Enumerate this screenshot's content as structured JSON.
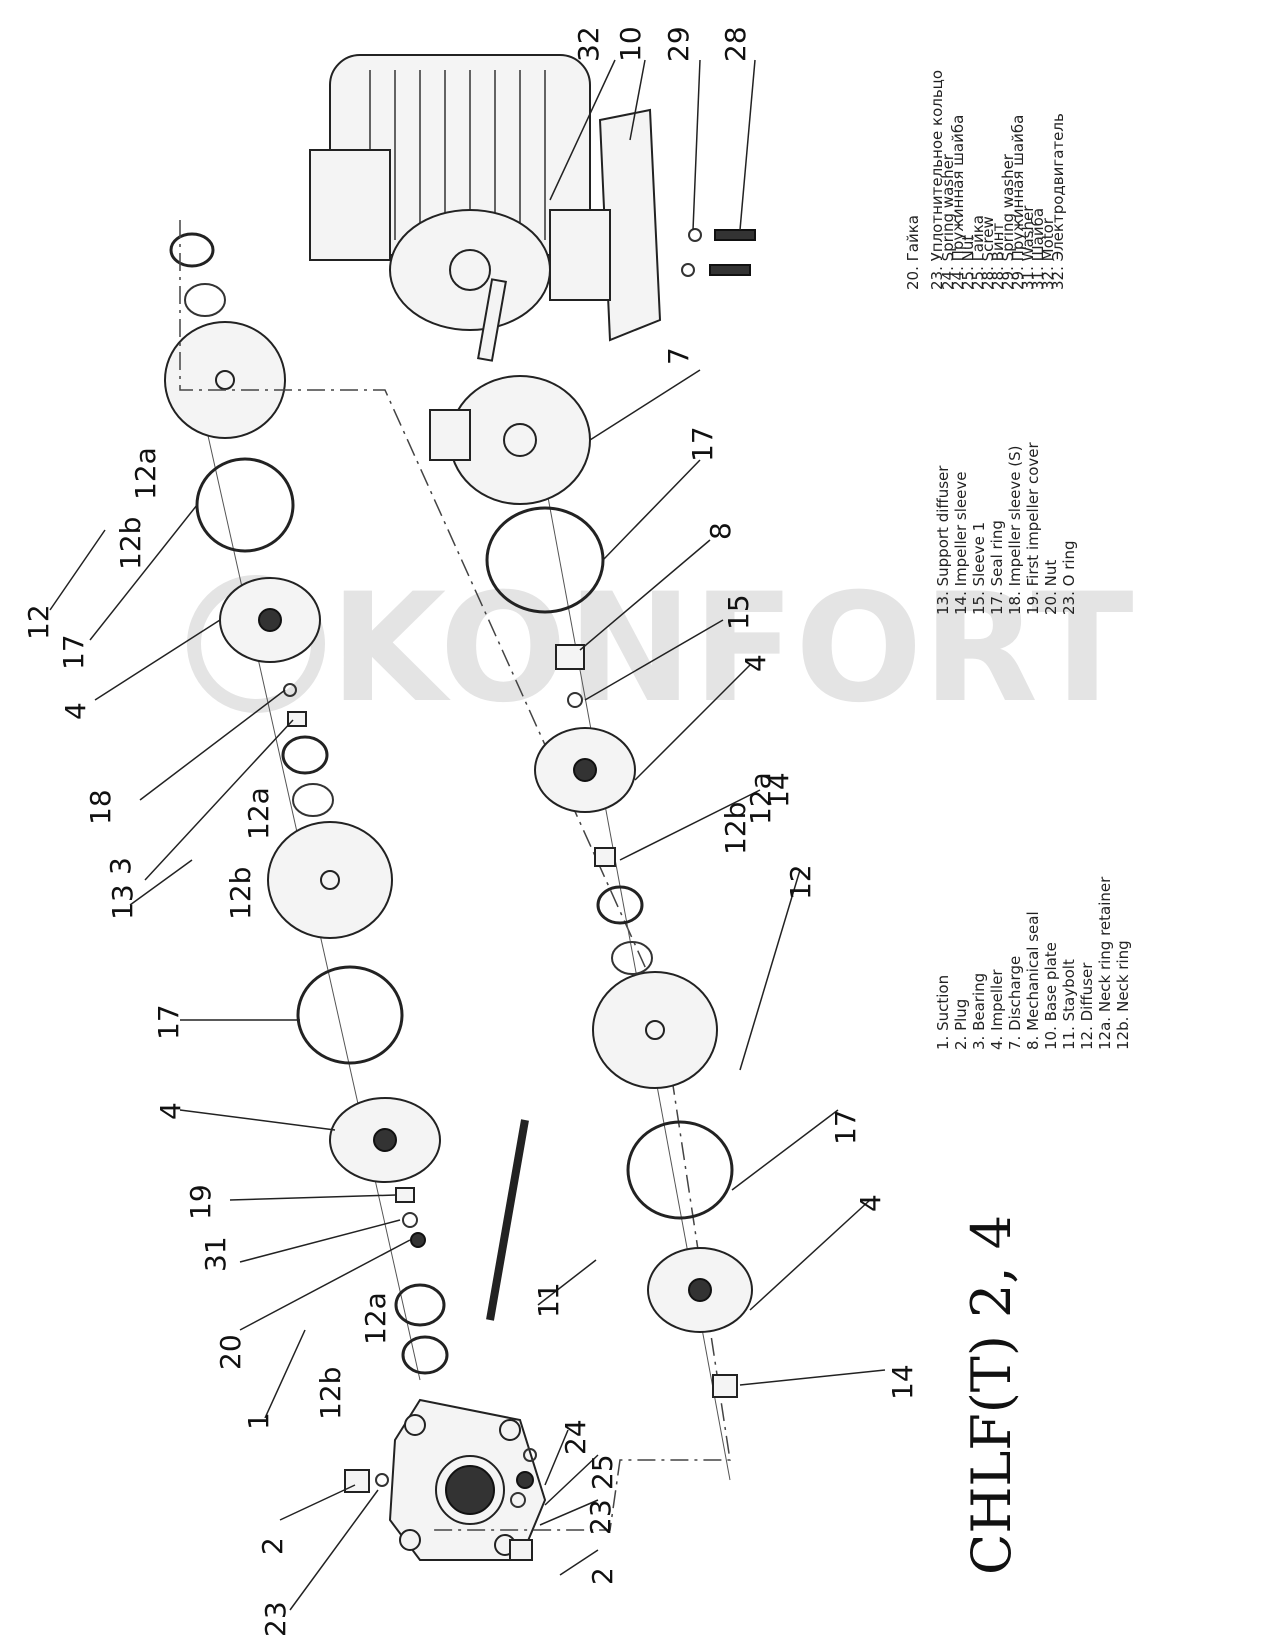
{
  "title": "CHLF(T) 2, 4",
  "watermark": "KONFORT",
  "callouts": {
    "c2a": "2",
    "c23a": "23",
    "c1": "1",
    "c12b_a": "12b",
    "c12a_a": "12a",
    "c20": "20",
    "c31": "31",
    "c19": "19",
    "c4a": "4",
    "c17a": "17",
    "c13": "13",
    "c12b_b": "12b",
    "c12a_b": "12a",
    "c3": "3",
    "c18": "18",
    "c4b": "4",
    "c17b": "17",
    "c12": "12",
    "c12b_c": "12b",
    "c12a_c": "12a",
    "c11": "11",
    "c24": "24",
    "c25": "25",
    "c23b": "23",
    "c2b": "2",
    "c14a": "14",
    "c4c": "4",
    "c17c": "17",
    "c12c": "12",
    "c12a_d": "12a",
    "c12b_d": "12b",
    "c14b": "14",
    "c4d": "4",
    "c15": "15",
    "c8": "8",
    "c17d": "17",
    "c7": "7",
    "c32": "32",
    "c10": "10",
    "c29": "29",
    "c28": "28"
  },
  "legend_col1": [
    "1. Suction",
    "2. Plug",
    "3. Bearing",
    "4. Impeller",
    "7. Discharge",
    "8. Mechanical seal",
    "10. Base plate",
    "11. Staybolt",
    "12. Diffuser",
    "12a. Neck ring retainer",
    "12b. Neck ring"
  ],
  "legend_col2": [
    "13. Support diffuser",
    "14. Impeller sleeve",
    "15. Sleeve 1",
    "17. Seal ring",
    "18. Impeller sleeve (S)",
    "19. First impeller cover",
    "20. Nut",
    "23. O ring"
  ],
  "legend_col3": [
    "20. Гайка",
    "23. Уплотнительное кольцо",
    "24. Spring washer",
    "24. Пружинная шайба",
    "25. Nut",
    "25. Гайка",
    "28. Screw",
    "28. Винт",
    "29. Spring washer",
    "29. Пружинная шайба",
    "31. Washer",
    "31. Шайба",
    "32. Motor",
    "32. Электродвигатель"
  ]
}
